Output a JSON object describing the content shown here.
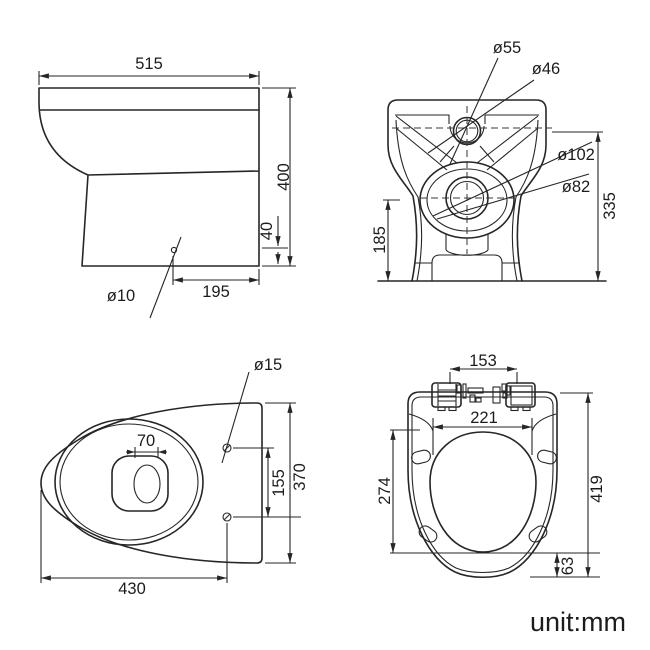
{
  "page": {
    "unit_label": "unit:mm"
  },
  "views": {
    "side_view": {
      "dims": {
        "overall_depth": "515",
        "overall_height": "400",
        "outlet_bottom_height": "40",
        "hole_setback": "195",
        "fixing_hole_diameter": "ø10"
      }
    },
    "rear_view": {
      "dims": {
        "inlet_outer_diameter": "ø55",
        "inlet_inner_diameter": "ø46",
        "outlet_outer_diameter": "ø102",
        "outlet_inner_diameter": "ø82",
        "inlet_center_height": "335",
        "outlet_center_height": "185"
      }
    },
    "pan_top_view": {
      "dims": {
        "flush_slot_width": "70",
        "hole_spacing": "155",
        "back_width": "370",
        "depth_to_holes": "430",
        "fixing_hole_diameter": "ø15"
      }
    },
    "seat_top_view": {
      "dims": {
        "hinge_spacing": "153",
        "opening_width": "221",
        "opening_depth": "274",
        "seat_length": "419",
        "front_overhang": "63"
      }
    }
  }
}
